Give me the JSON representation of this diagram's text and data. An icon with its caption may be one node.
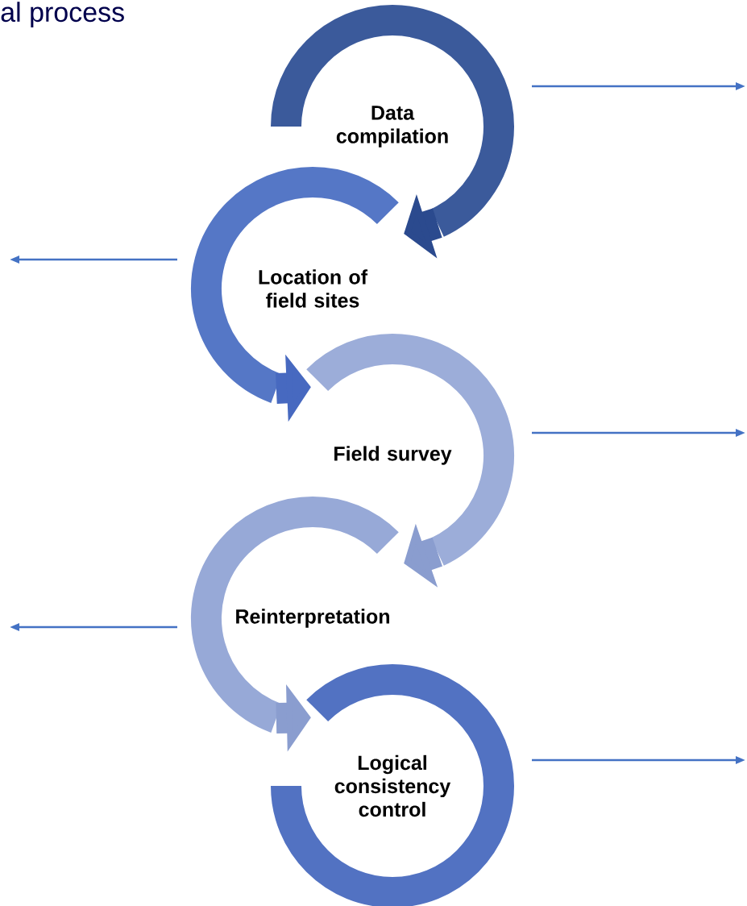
{
  "diagram": {
    "title": "al process",
    "nodes": [
      {
        "text": [
          "Data compilation"
        ]
      },
      {
        "text": [
          "Location of field sites"
        ]
      },
      {
        "text": [
          "Field survey"
        ]
      },
      {
        "text": [
          "Reinterpretation"
        ]
      },
      {
        "text": [
          "Logical consistency control"
        ]
      }
    ],
    "edges": [
      {
        "from": 0,
        "to": 1,
        "arrow": "to",
        "style": "thick",
        "color": "#2b4a8e"
      },
      {
        "from": 1,
        "to": 2,
        "arrow": "to",
        "style": "thick",
        "color": "#4769c0"
      },
      {
        "from": 2,
        "to": 3,
        "arrow": "to",
        "style": "thick",
        "color": "#8a9dcf"
      },
      {
        "from": 3,
        "to": 4,
        "arrow": "to",
        "style": "thick",
        "color": "#8a9dcf"
      },
      {
        "from": 0,
        "to": null,
        "arrow": "to"
      },
      {
        "from": 1,
        "to": null,
        "arrow": "to"
      },
      {
        "from": 2,
        "to": null,
        "arrow": "to"
      },
      {
        "from": 3,
        "to": null,
        "arrow": "to"
      },
      {
        "from": 4,
        "to": null,
        "arrow": "to"
      }
    ]
  }
}
